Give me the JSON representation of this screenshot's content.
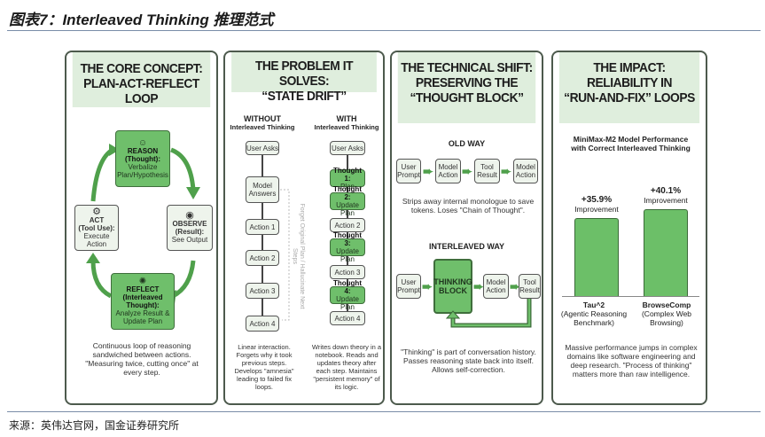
{
  "figure_title": "图表7：Interleaved Thinking 推理范式",
  "source": "来源：英伟达官网，国金证券研究所",
  "panel1": {
    "title": [
      "THE CORE CONCEPT:",
      "PLAN-ACT-REFLECT LOOP"
    ],
    "reason": {
      "title": "REASON",
      "sub": "(Thought):",
      "desc": "Verbalize Plan/Hypothesis"
    },
    "act": {
      "title": "ACT",
      "sub": "(Tool Use):",
      "desc": "Execute Action"
    },
    "observe": {
      "title": "OBSERVE",
      "sub": "(Result):",
      "desc": "See Output"
    },
    "reflect": {
      "title": "REFLECT",
      "sub": "(Interleaved Thought):",
      "desc": "Analyze Result & Update Plan"
    },
    "caption": "Continuous loop of reasoning sandwiched between actions. \"Measuring twice, cutting once\" at every step."
  },
  "panel2": {
    "title": [
      "THE PROBLEM IT SOLVES:",
      "“STATE DRIFT”"
    ],
    "without": {
      "head": "WITHOUT",
      "sub": "Interleaved Thinking",
      "steps": [
        "User Asks",
        "Model Answers",
        "Action 1",
        "Action 2",
        "Action 3",
        "Action 4"
      ],
      "drift_note": "Forget Original Plan / Hallucinate Next Steps",
      "caption": "Linear interaction. Forgets why it took previous steps. Develops \"amnesia\" leading to failed fix loops."
    },
    "with": {
      "head": "WITH",
      "sub": "Interleaved Thinking",
      "steps": [
        {
          "t": "User Asks",
          "d": ""
        },
        {
          "t": "Thought 1:",
          "d": "Plan"
        },
        {
          "t": "Thought 2:",
          "d": "Update Plan"
        },
        {
          "t": "Action 2",
          "d": ""
        },
        {
          "t": "Thought 3:",
          "d": "Update Plan"
        },
        {
          "t": "Action 3",
          "d": ""
        },
        {
          "t": "Thought 4:",
          "d": "Update Plan"
        },
        {
          "t": "Action 4",
          "d": ""
        }
      ],
      "caption": "Writes down theory in a notebook. Reads and updates theory after each step. Maintains \"persistent memory\" of its logic."
    }
  },
  "panel3": {
    "title": [
      "THE TECHNICAL SHIFT:",
      "PRESERVING THE",
      "“THOUGHT BLOCK”"
    ],
    "old_head": "OLD WAY",
    "old_steps": [
      "User Prompt",
      "Model Action",
      "Tool Result",
      "Model Action"
    ],
    "old_caption": "Strips away internal monologue to save tokens. Loses \"Chain of Thought\".",
    "new_head": "INTERLEAVED WAY",
    "new_steps": [
      "User Prompt",
      "THINKING BLOCK",
      "Model Action",
      "Tool Result"
    ],
    "new_caption": "\"Thinking\" is part of conversation history. Passes reasoning state back into itself. Allows self-correction."
  },
  "panel4": {
    "title": [
      "THE IMPACT:",
      "RELIABILITY IN",
      "“RUN-AND-FIX” LOOPS"
    ],
    "caption": "Massive performance jumps in complex domains like software engineering and deep research. \"Process of thinking\" matters more than raw intelligence."
  },
  "chart_data": {
    "type": "bar",
    "title": "MiniMax-M2 Model Performance with Correct Interleaved Thinking",
    "categories": [
      "Tau^2",
      "BrowseComp"
    ],
    "category_desc": [
      "(Agentic Reasoning Benchmark)",
      "(Complex Web Browsing)"
    ],
    "values": [
      35.9,
      40.1
    ],
    "value_labels": [
      "+35.9%",
      "+40.1%"
    ],
    "value_sub": "Improvement",
    "ylim": [
      0,
      45
    ]
  },
  "colors": {
    "accent": "#6fbf6b",
    "header": "#dfeedd",
    "border": "#4d5a4d"
  }
}
